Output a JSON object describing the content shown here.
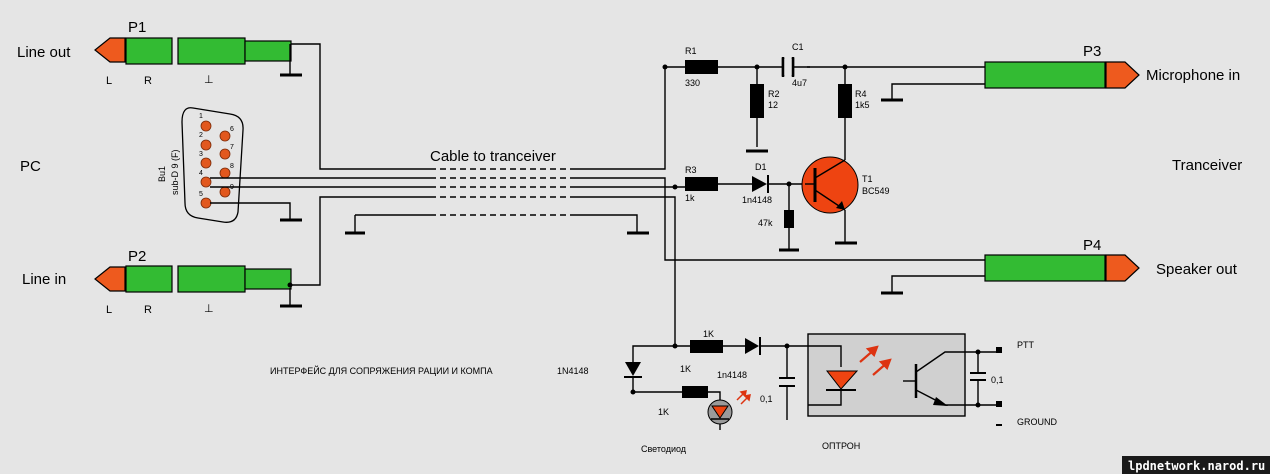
{
  "labels": {
    "line_out": "Line out",
    "line_in": "Line in",
    "pc": "PC",
    "tranceiver": "Tranceiver",
    "cable": "Cable to tranceiver",
    "microphone_in": "Microphone in",
    "speaker_out": "Speaker out",
    "p1": "P1",
    "p2": "P2",
    "p3": "P3",
    "p4": "P4",
    "l": "L",
    "r": "R",
    "gnd_sym": "⊥",
    "connector_name": "Bu1",
    "connector_type": "sub-D 9 (F)",
    "r1": "R1",
    "r1_val": "330",
    "c1": "C1",
    "c1_val": "4u7",
    "r2": "R2",
    "r2_val": "12",
    "r4": "R4",
    "r4_val": "1k5",
    "r3": "R3",
    "r3_val": "1k",
    "d1": "D1",
    "d1_val": "1n4148",
    "t1": "T1",
    "t1_val": "BC549",
    "r_47k": "47k",
    "interface_title": "ИНТЕРФЕЙС ДЛЯ СОПРЯЖЕНИЯ РАЦИИ И КОМПА",
    "diode_1n4148": "1N4148",
    "k1_top": "1K",
    "k1_mid": "1K",
    "k1_low": "1K",
    "n4148_low": "1n4148",
    "cap_01_left": "0,1",
    "cap_01_right": "0,1",
    "led_label": "Светодиод",
    "optron_label": "ОПТРОН",
    "ptt": "PTT",
    "ground": "GROUND",
    "website": "lpdnetwork.narod.ru"
  },
  "db9_pins": [
    "1",
    "2",
    "3",
    "4",
    "5",
    "6",
    "7",
    "8",
    "9"
  ]
}
